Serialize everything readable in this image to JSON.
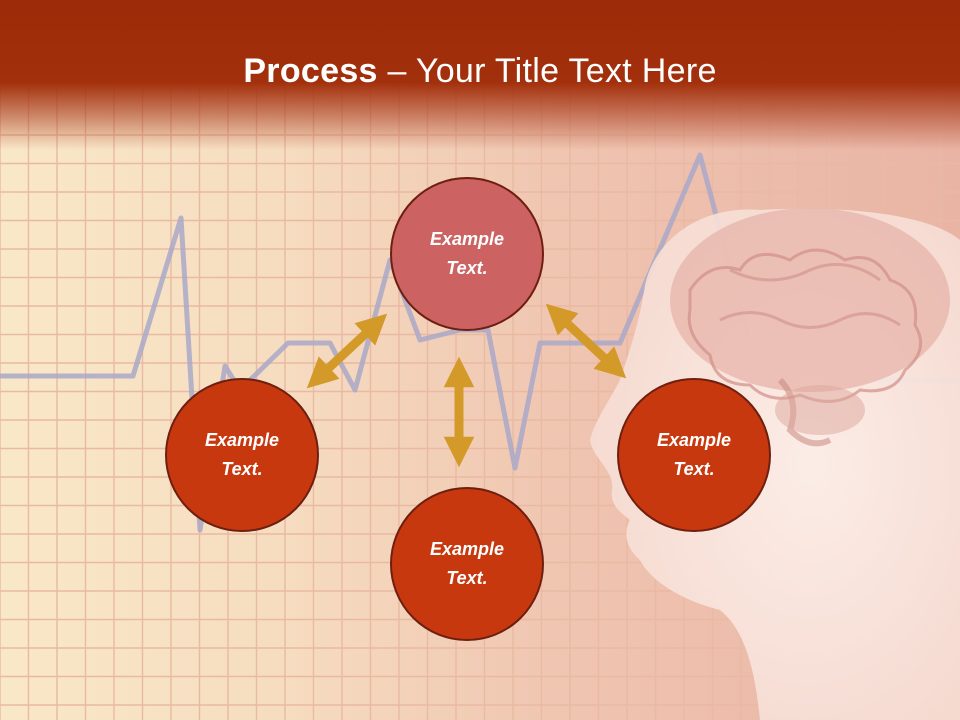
{
  "title": {
    "bold": "Process",
    "rest": " – Your Title Text Here"
  },
  "nodes": {
    "top": "Example\nText.",
    "left": "Example\nText.",
    "right": "Example\nText.",
    "bottom": "Example\nText."
  },
  "colors": {
    "header": "#9c2a08",
    "node_dark": "#c8380e",
    "node_pink": "#cd6262",
    "node_border": "#6e1f10",
    "arrow": "#d39a2a",
    "ecg_line": "#a9a8c8",
    "grid_line": "#e9b9a2"
  },
  "icons": {
    "arrows": "double-headed-arrow-icon",
    "head": "human-head-brain-illustration"
  }
}
